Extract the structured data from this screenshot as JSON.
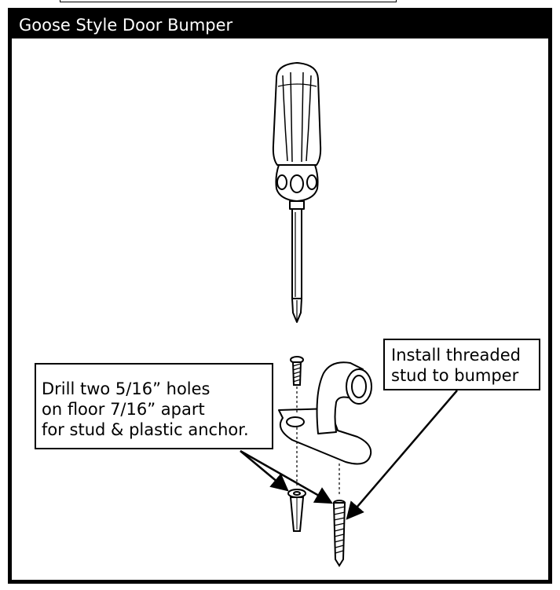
{
  "title": "Goose Style Door Bumper",
  "callouts": {
    "drill": [
      "Drill two 5/16” holes",
      "on floor 7/16” apart",
      "for stud & plastic anchor."
    ],
    "install": [
      "Install threaded",
      "stud to bumper"
    ]
  },
  "parts": [
    "screwdriver-icon",
    "screw-icon",
    "door-bumper-icon",
    "plastic-anchor-icon",
    "threaded-stud-icon"
  ],
  "colors": {
    "ink": "#000000",
    "paper": "#ffffff"
  }
}
